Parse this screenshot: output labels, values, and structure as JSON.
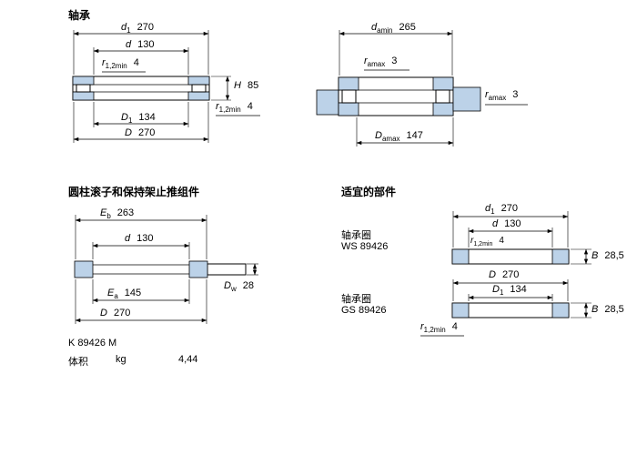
{
  "colors": {
    "bg": "#ffffff",
    "fill": "#bcd2e8",
    "line": "#000000"
  },
  "sections": {
    "bearing": {
      "title": "轴承"
    },
    "assembly": {
      "title": "圆柱滚子和保持架止推组件"
    },
    "suitable": {
      "title": "适宜的部件"
    }
  },
  "dims": {
    "d1": {
      "sym": "d",
      "sub": "1",
      "val": "270"
    },
    "d": {
      "sym": "d",
      "sub": "",
      "val": "130"
    },
    "r12min": {
      "sym": "r",
      "sub": "1,2min",
      "val": "4"
    },
    "H": {
      "sym": "H",
      "sub": "",
      "val": "85"
    },
    "D1": {
      "sym": "D",
      "sub": "1",
      "val": "134"
    },
    "D": {
      "sym": "D",
      "sub": "",
      "val": "270"
    },
    "damin": {
      "sym": "d",
      "sub": "amin",
      "val": "265"
    },
    "ramax": {
      "sym": "r",
      "sub": "amax",
      "val": "3"
    },
    "Damax": {
      "sym": "D",
      "sub": "amax",
      "val": "147"
    },
    "Eb": {
      "sym": "E",
      "sub": "b",
      "val": "263"
    },
    "Ea": {
      "sym": "E",
      "sub": "a",
      "val": "145"
    },
    "Dw": {
      "sym": "D",
      "sub": "w",
      "val": "28"
    },
    "B": {
      "sym": "B",
      "sub": "",
      "val": "28,5"
    }
  },
  "product": {
    "designation": "K 89426 M",
    "mass_label": "体积",
    "mass_unit": "kg",
    "mass_value": "4,44"
  },
  "components": {
    "ws": {
      "label": "轴承圈",
      "designation": "WS 89426"
    },
    "gs": {
      "label": "轴承圈",
      "designation": "GS 89426"
    }
  }
}
